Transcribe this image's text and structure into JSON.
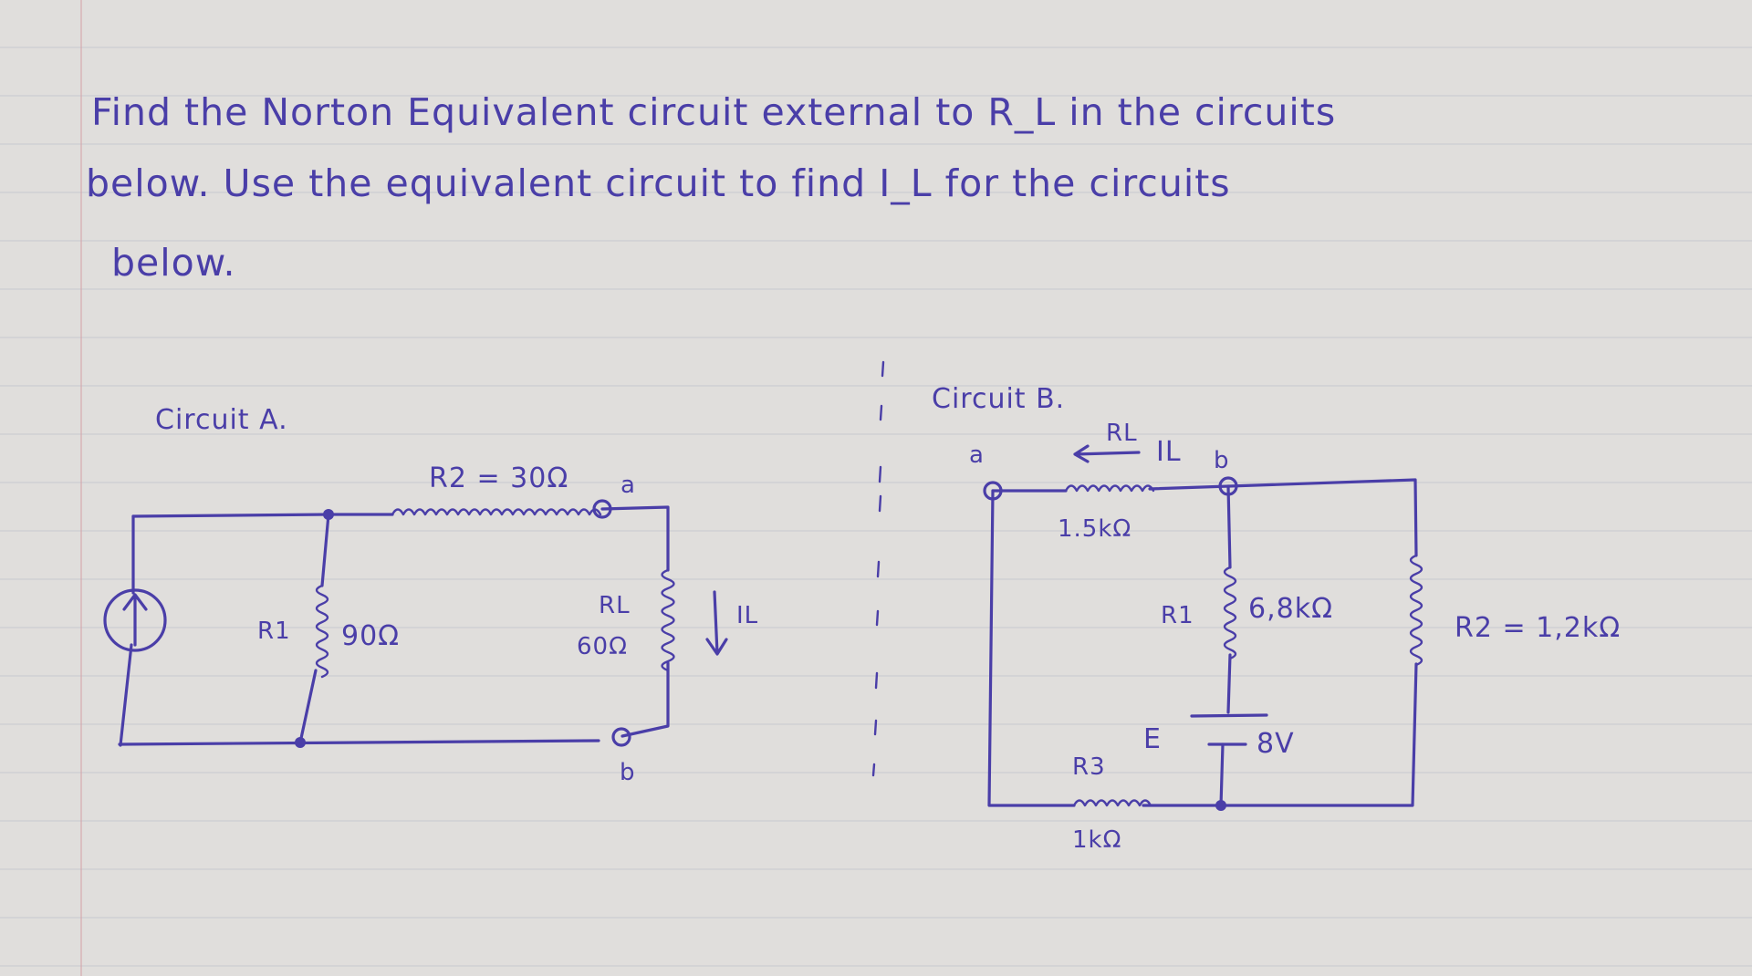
{
  "problem": {
    "line1": "Find the Norton Equivalent circuit external to R_L in the circuits",
    "line2": "below. Use the equivalent circuit to find I_L for the circuits",
    "line3": "below."
  },
  "circuit_a": {
    "title": "Circuit A.",
    "r2": "R2 = 30Ω",
    "r1_name": "R1",
    "r1_value": "90Ω",
    "rl_name": "RL",
    "rl_value": "60Ω",
    "current": "IL",
    "terminal_a": "a",
    "terminal_b": "b"
  },
  "circuit_b": {
    "title": "Circuit B.",
    "terminal_a": "a",
    "terminal_b": "b",
    "rl_name": "RL",
    "current": "IL",
    "rl_value": "1.5kΩ",
    "r1_name": "R1",
    "r1_value": "6,8kΩ",
    "r2": "R2 = 1,2kΩ",
    "e_name": "E",
    "e_value": "8V",
    "r3_name": "R3",
    "r3_value": "1kΩ"
  }
}
